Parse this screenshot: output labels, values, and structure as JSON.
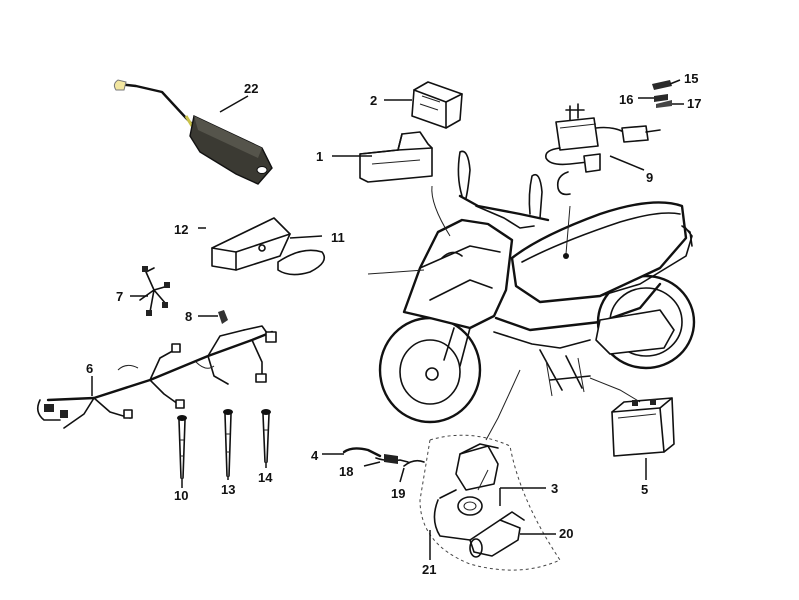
{
  "parts": [
    {
      "id": "label-1",
      "text": "1"
    },
    {
      "id": "label-2",
      "text": "2"
    },
    {
      "id": "label-3",
      "text": "3"
    },
    {
      "id": "label-4",
      "text": "4"
    },
    {
      "id": "label-5",
      "text": "5"
    },
    {
      "id": "label-6",
      "text": "6"
    },
    {
      "id": "label-7",
      "text": "7"
    },
    {
      "id": "label-8",
      "text": "8"
    },
    {
      "id": "label-9",
      "text": "9"
    },
    {
      "id": "label-10",
      "text": "10"
    },
    {
      "id": "label-11",
      "text": "11"
    },
    {
      "id": "label-12",
      "text": "12"
    },
    {
      "id": "label-13",
      "text": "13"
    },
    {
      "id": "label-14",
      "text": "14"
    },
    {
      "id": "label-15",
      "text": "15"
    },
    {
      "id": "label-16",
      "text": "16"
    },
    {
      "id": "label-17",
      "text": "17"
    },
    {
      "id": "label-18",
      "text": "18"
    },
    {
      "id": "label-19",
      "text": "19"
    },
    {
      "id": "label-20",
      "text": "20"
    },
    {
      "id": "label-21",
      "text": "21"
    },
    {
      "id": "label-22",
      "text": "22"
    }
  ]
}
